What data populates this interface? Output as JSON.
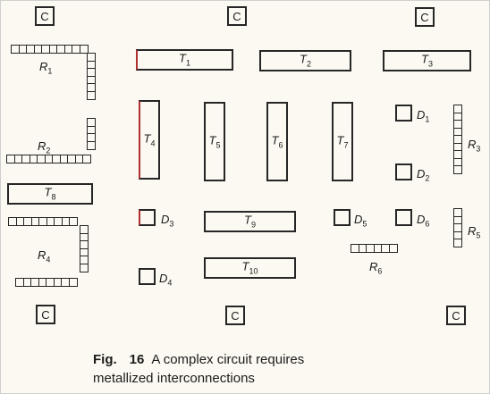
{
  "c_label": "C",
  "sub_labels": {
    "t": "T",
    "d": "D",
    "r": "R"
  },
  "transistors": [
    {
      "n": "1"
    },
    {
      "n": "2"
    },
    {
      "n": "3"
    },
    {
      "n": "4"
    },
    {
      "n": "5"
    },
    {
      "n": "6"
    },
    {
      "n": "7"
    },
    {
      "n": "8"
    },
    {
      "n": "9"
    },
    {
      "n": "10"
    }
  ],
  "diodes": [
    {
      "n": "1"
    },
    {
      "n": "2"
    },
    {
      "n": "3"
    },
    {
      "n": "4"
    },
    {
      "n": "5"
    },
    {
      "n": "6"
    }
  ],
  "resistors": [
    {
      "n": "1"
    },
    {
      "n": "2"
    },
    {
      "n": "3"
    },
    {
      "n": "4"
    },
    {
      "n": "5"
    },
    {
      "n": "6"
    }
  ],
  "caption": {
    "fig": "Fig.",
    "num": "16",
    "line1": "A complex circuit requires",
    "line2": "metallized interconnections"
  },
  "colors": {
    "ink": "#262626",
    "paper": "#fbf9f1",
    "accent_red": "#b03030"
  }
}
